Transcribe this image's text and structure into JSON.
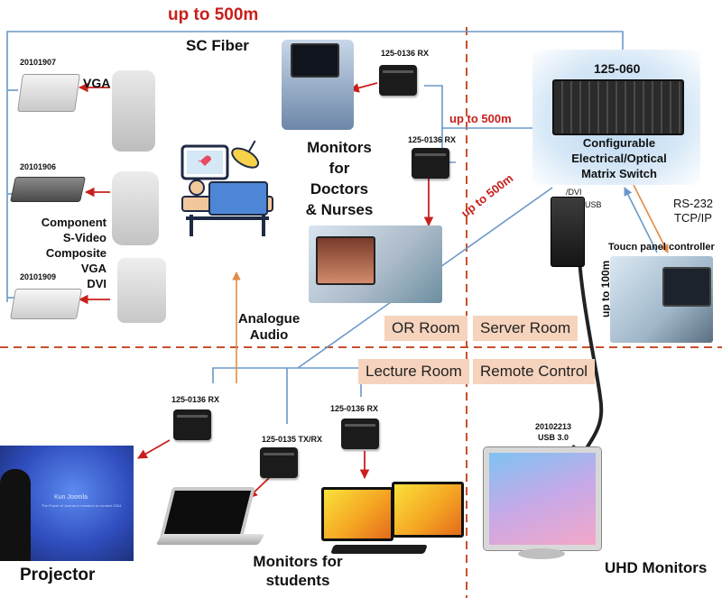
{
  "title": "up to 500m",
  "fiber_label": "SC Fiber",
  "distance_labels": {
    "mid": "up to 500m",
    "diag": "up to 500m",
    "usb": "up to 100m"
  },
  "sources": [
    {
      "code": "20101907",
      "signal": "VGA"
    },
    {
      "code": "20101906",
      "signal": "Component\nS-Video\nComposite\nVGA\nDVI"
    },
    {
      "code": "20101909",
      "signal": ""
    }
  ],
  "receivers": {
    "top1": "125-0136 RX",
    "top2": "125-0136 RX",
    "bottom1": "125-0136 RX",
    "bottom2": "125-0135 TX/RX",
    "bottom3": "125-0136 RX"
  },
  "switch": {
    "model": "125-060",
    "name": "Configurable\nElectrical/Optical\nMatrix Switch"
  },
  "server": {
    "dvi": "/DVI",
    "usb": "USB"
  },
  "control": {
    "protocols": "RS-232\nTCP/IP",
    "panel": "Toucn panel controller"
  },
  "usb_cable": {
    "code": "20102213",
    "type": "USB 3.0"
  },
  "monitors_label": "Monitors\nfor\nDoctors\n& Nurses",
  "analogue_label": "Analogue\nAudio",
  "rooms": {
    "or": "OR Room",
    "server": "Server Room",
    "lecture": "Lecture Room",
    "remote": "Remote Control"
  },
  "projector_label": "Projector",
  "projector_screen": {
    "line1": "Kun Joomla",
    "line2": "The Power of Joomla in research to connect 2024"
  },
  "students_label": "Monitors for\nstudents",
  "uhd_label": "UHD Monitors",
  "colors": {
    "red": "#c8201c",
    "line": "#6b98c8",
    "orange": "#e28a47",
    "dash": "#c8502a"
  }
}
